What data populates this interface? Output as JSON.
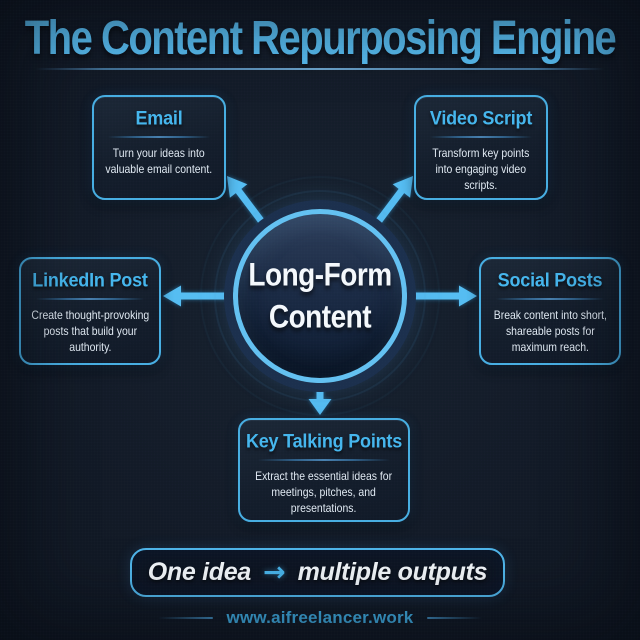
{
  "header": {
    "title": "The Content Repurposing Engine"
  },
  "center": {
    "label_line1": "Long-Form",
    "label_line2": "Content"
  },
  "nodes": [
    {
      "id": "email",
      "title": "Email",
      "description": "Turn your ideas into valuable email content."
    },
    {
      "id": "video-script",
      "title": "Video Script",
      "description": "Transform key points into engaging video scripts."
    },
    {
      "id": "linkedin-post",
      "title": "LinkedIn Post",
      "description": "Create thought-provoking posts that build your authority."
    },
    {
      "id": "social-posts",
      "title": "Social Posts",
      "description": "Break content into short, shareable posts for maximum reach."
    },
    {
      "id": "key-talking-points",
      "title": "Key Talking Points",
      "description": "Extract the essential ideas for meetings, pitches, and presentations."
    }
  ],
  "banner": {
    "text_left": "One idea",
    "arrow_icon": "→",
    "text_right": "multiple outputs"
  },
  "footer": {
    "website": "www.aifreelancer.work"
  },
  "colors": {
    "background": "#121a27",
    "accent_blue": "#4fb5ea",
    "title_blue": "#56b9ec",
    "node_title_blue": "#45b6ed",
    "body_text": "#e0e9f2",
    "arrow_blue": "#55bdf2",
    "circle_border": "#63c1f1"
  }
}
